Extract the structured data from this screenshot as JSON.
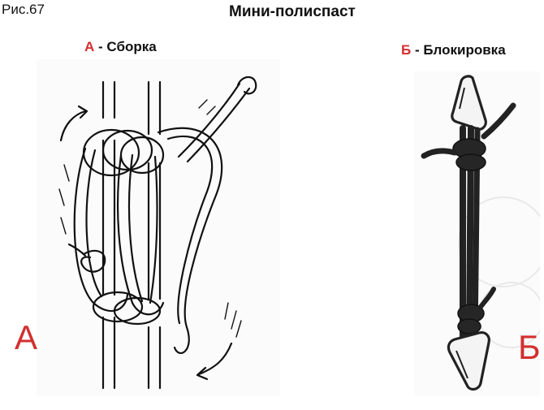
{
  "figure_label": "Рис.67",
  "title": "Мини-полиспаст",
  "panel_a": {
    "letter": "А",
    "separator": " - ",
    "caption": "Сборка",
    "big_letter": "А"
  },
  "panel_b": {
    "letter": "Б",
    "separator": " - ",
    "caption": "Блокировка",
    "big_letter": "Б"
  },
  "colors": {
    "accent_red": "#d32f2f",
    "ink": "#111111",
    "rope_dark": "#2b2b2b"
  }
}
